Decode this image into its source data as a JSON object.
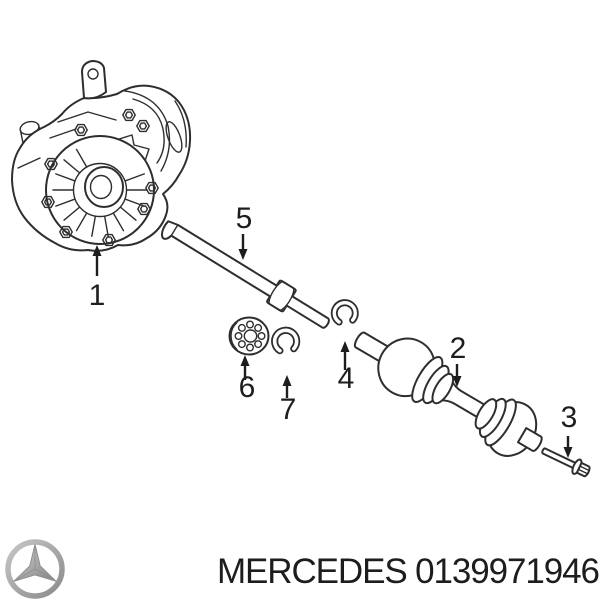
{
  "diagram": {
    "callouts": {
      "c1": "1",
      "c2": "2",
      "c3": "3",
      "c4": "4",
      "c5": "5",
      "c6": "6",
      "c7": "7"
    },
    "line_color": "#2e2e2e",
    "callout_color": "#1d1d1d"
  },
  "footer": {
    "brand_icon": "mercedes-star-icon",
    "caption": "MERCEDES 0139971946",
    "caption_color": "#1d1d1d",
    "logo_gray": "#9a9a9a"
  }
}
